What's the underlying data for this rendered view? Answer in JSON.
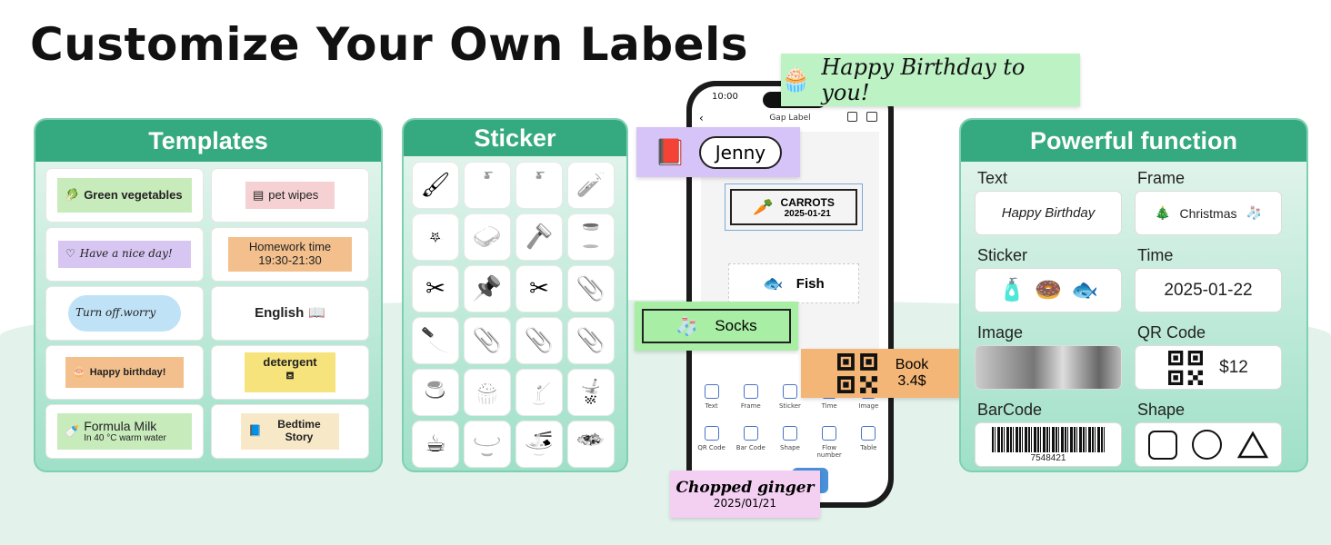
{
  "headline": "Customize Your Own Labels",
  "templates": {
    "title": "Templates",
    "items": [
      {
        "text": "Green vegetables",
        "bg": "#c8ebbc"
      },
      {
        "text": "pet wipes",
        "bg": "#f5d1d3"
      },
      {
        "text": "Have a nice day!",
        "bg": "#d7c6f2"
      },
      {
        "text": "Homework time 19:30-21:30",
        "bg": "#f3c08d"
      },
      {
        "text": "Turn off.worry",
        "bg": "#bfe2f7"
      },
      {
        "text": "English",
        "bg": "#ffffff"
      },
      {
        "text": "Happy birthday!",
        "bg": "#f3c08d"
      },
      {
        "text": "detergent",
        "bg": "#f7e37b"
      },
      {
        "text": "Formula Milk",
        "sub": "In 40 °C warm water",
        "bg": "#c8ebbc"
      },
      {
        "text": "Bedtime Story",
        "bg": "#f7e8c7"
      }
    ]
  },
  "sticker": {
    "title": "Sticker",
    "icons": [
      "makeup-brush-icon",
      "lotion-pump-icon",
      "cream-bottle-icon",
      "tube-bottle-icon",
      "perfume-icon",
      "skincare-set-icon",
      "razor-icon",
      "cream-jar-icon",
      "utility-knife-icon",
      "pushpin-icon",
      "scissors-icon",
      "paperclip-icon",
      "box-cutter-icon",
      "stapler-icon",
      "binder-clip-icon",
      "bulldog-clip-icon",
      "pudding-icon",
      "cupcake-icon",
      "cocktail-icon",
      "bubble-tea-icon",
      "coffee-cup-icon",
      "rice-bowl-icon",
      "noodle-bowl-icon",
      "salad-bowl-icon"
    ]
  },
  "phone": {
    "time": "10:00",
    "screen_title": "Gap Label",
    "carrots_title": "CARROTS",
    "carrots_date": "2025-01-21",
    "fish": "Fish",
    "tools_row1": [
      "Text",
      "Frame",
      "Sticker",
      "Time",
      "Image"
    ],
    "tools_row2": [
      "QR Code",
      "Bar Code",
      "Shape",
      "Flow number",
      "Table"
    ]
  },
  "floating": {
    "birthday": "Happy Birthday to you!",
    "jenny": "Jenny",
    "socks": "Socks",
    "book": "Book",
    "book_price": "3.4$",
    "ginger": "Chopped ginger",
    "ginger_date": "2025/01/21"
  },
  "functions": {
    "title": "Powerful function",
    "items": [
      {
        "label": "Text",
        "value": "Happy Birthday"
      },
      {
        "label": "Frame",
        "value": "Christmas"
      },
      {
        "label": "Sticker",
        "value": ""
      },
      {
        "label": "Time",
        "value": "2025-01-22"
      },
      {
        "label": "Image",
        "value": ""
      },
      {
        "label": "QR Code",
        "value": "$12"
      },
      {
        "label": "BarCode",
        "value": "7548421"
      },
      {
        "label": "Shape",
        "value": ""
      }
    ]
  }
}
